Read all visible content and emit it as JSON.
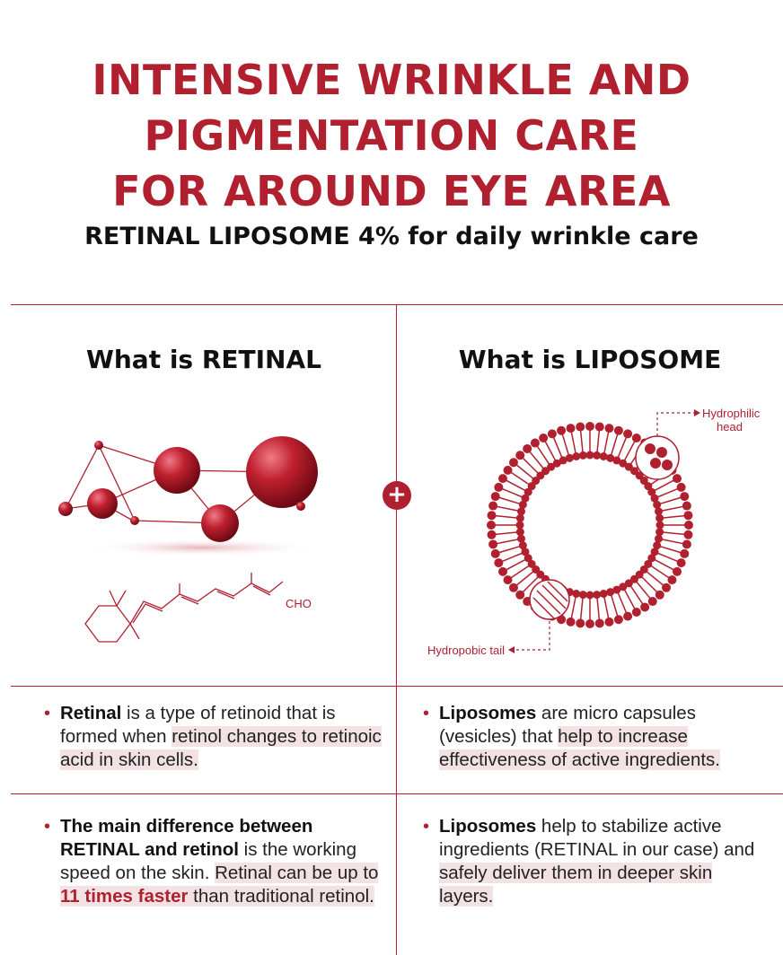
{
  "title": {
    "line1": "INTENSIVE WRINKLE AND",
    "line2": "PIGMENTATION CARE",
    "line3": "FOR AROUND EYE AREA"
  },
  "subtitle": "RETINAL LIPOSOME 4% for daily wrinkle care",
  "left_column": {
    "heading": "What is RETINAL",
    "formula_label": "CHO",
    "bullet1": {
      "bold": "Retinal",
      "text1": " is a type of retinoid that is formed when ",
      "highlight": "retinol changes to retinoic acid in skin cells."
    },
    "bullet2": {
      "bold": "The main difference between RETINAL and retinol",
      "text1": " is the working speed  on the skin. ",
      "highlight1": "Retinal can be up to ",
      "emphasis": "11 times faster",
      "highlight2": " than traditional retinol."
    }
  },
  "right_column": {
    "heading": "What is LIPOSOME",
    "annotation_head_1": "Hydrophilic",
    "annotation_head_2": "head",
    "annotation_tail": "Hydropobic tail",
    "bullet1": {
      "bold": "Liposomes",
      "text1": " are micro capsules (vesicles) that ",
      "highlight": "help to increase effectiveness of active ingredients."
    },
    "bullet2": {
      "bold": "Liposomes",
      "text1": " help to stabilize active ingredients (RETINAL in our case) and ",
      "highlight": "safely deliver them in deeper skin layers."
    }
  },
  "plus_symbol": "+",
  "colors": {
    "accent": "#b0202f",
    "highlight": "#f3e2e3",
    "text": "#111111"
  }
}
